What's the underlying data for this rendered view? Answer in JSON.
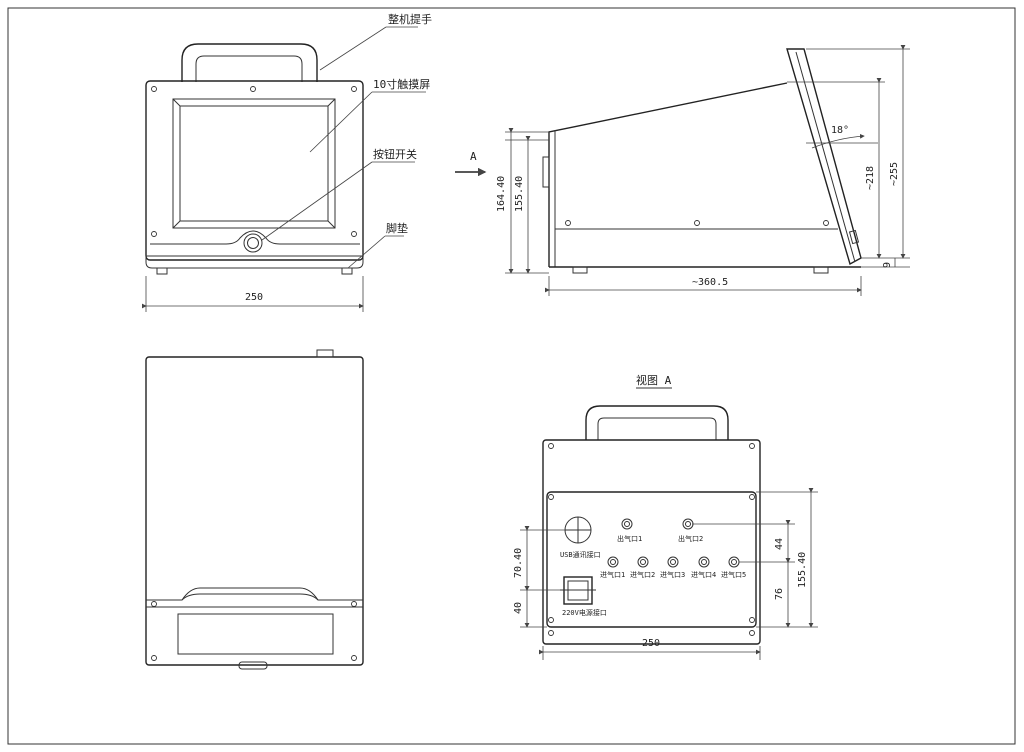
{
  "labels": {
    "handle": "整机提手",
    "screen": "10寸触摸屏",
    "button": "按钮开关",
    "foot": "脚垫",
    "arrow": "A",
    "view_a": "视图 A",
    "usb": "USB通讯接口",
    "power": "220V电源接口"
  },
  "ports": {
    "outlets": [
      "出气口1",
      "出气口2"
    ],
    "inlets": [
      "进气口1",
      "进气口2",
      "进气口3",
      "进气口4",
      "进气口5"
    ]
  },
  "dimensions": {
    "front_width": "250",
    "side_164": "164.40",
    "side_155": "155.40",
    "side_length": "~360.5",
    "side_angle": "18°",
    "side_218": "~218",
    "side_255": "~255",
    "side_9": "9",
    "back_width": "250",
    "back_155": "155.40",
    "back_44": "44",
    "back_76": "76",
    "back_70": "70.40",
    "back_40": "40"
  }
}
